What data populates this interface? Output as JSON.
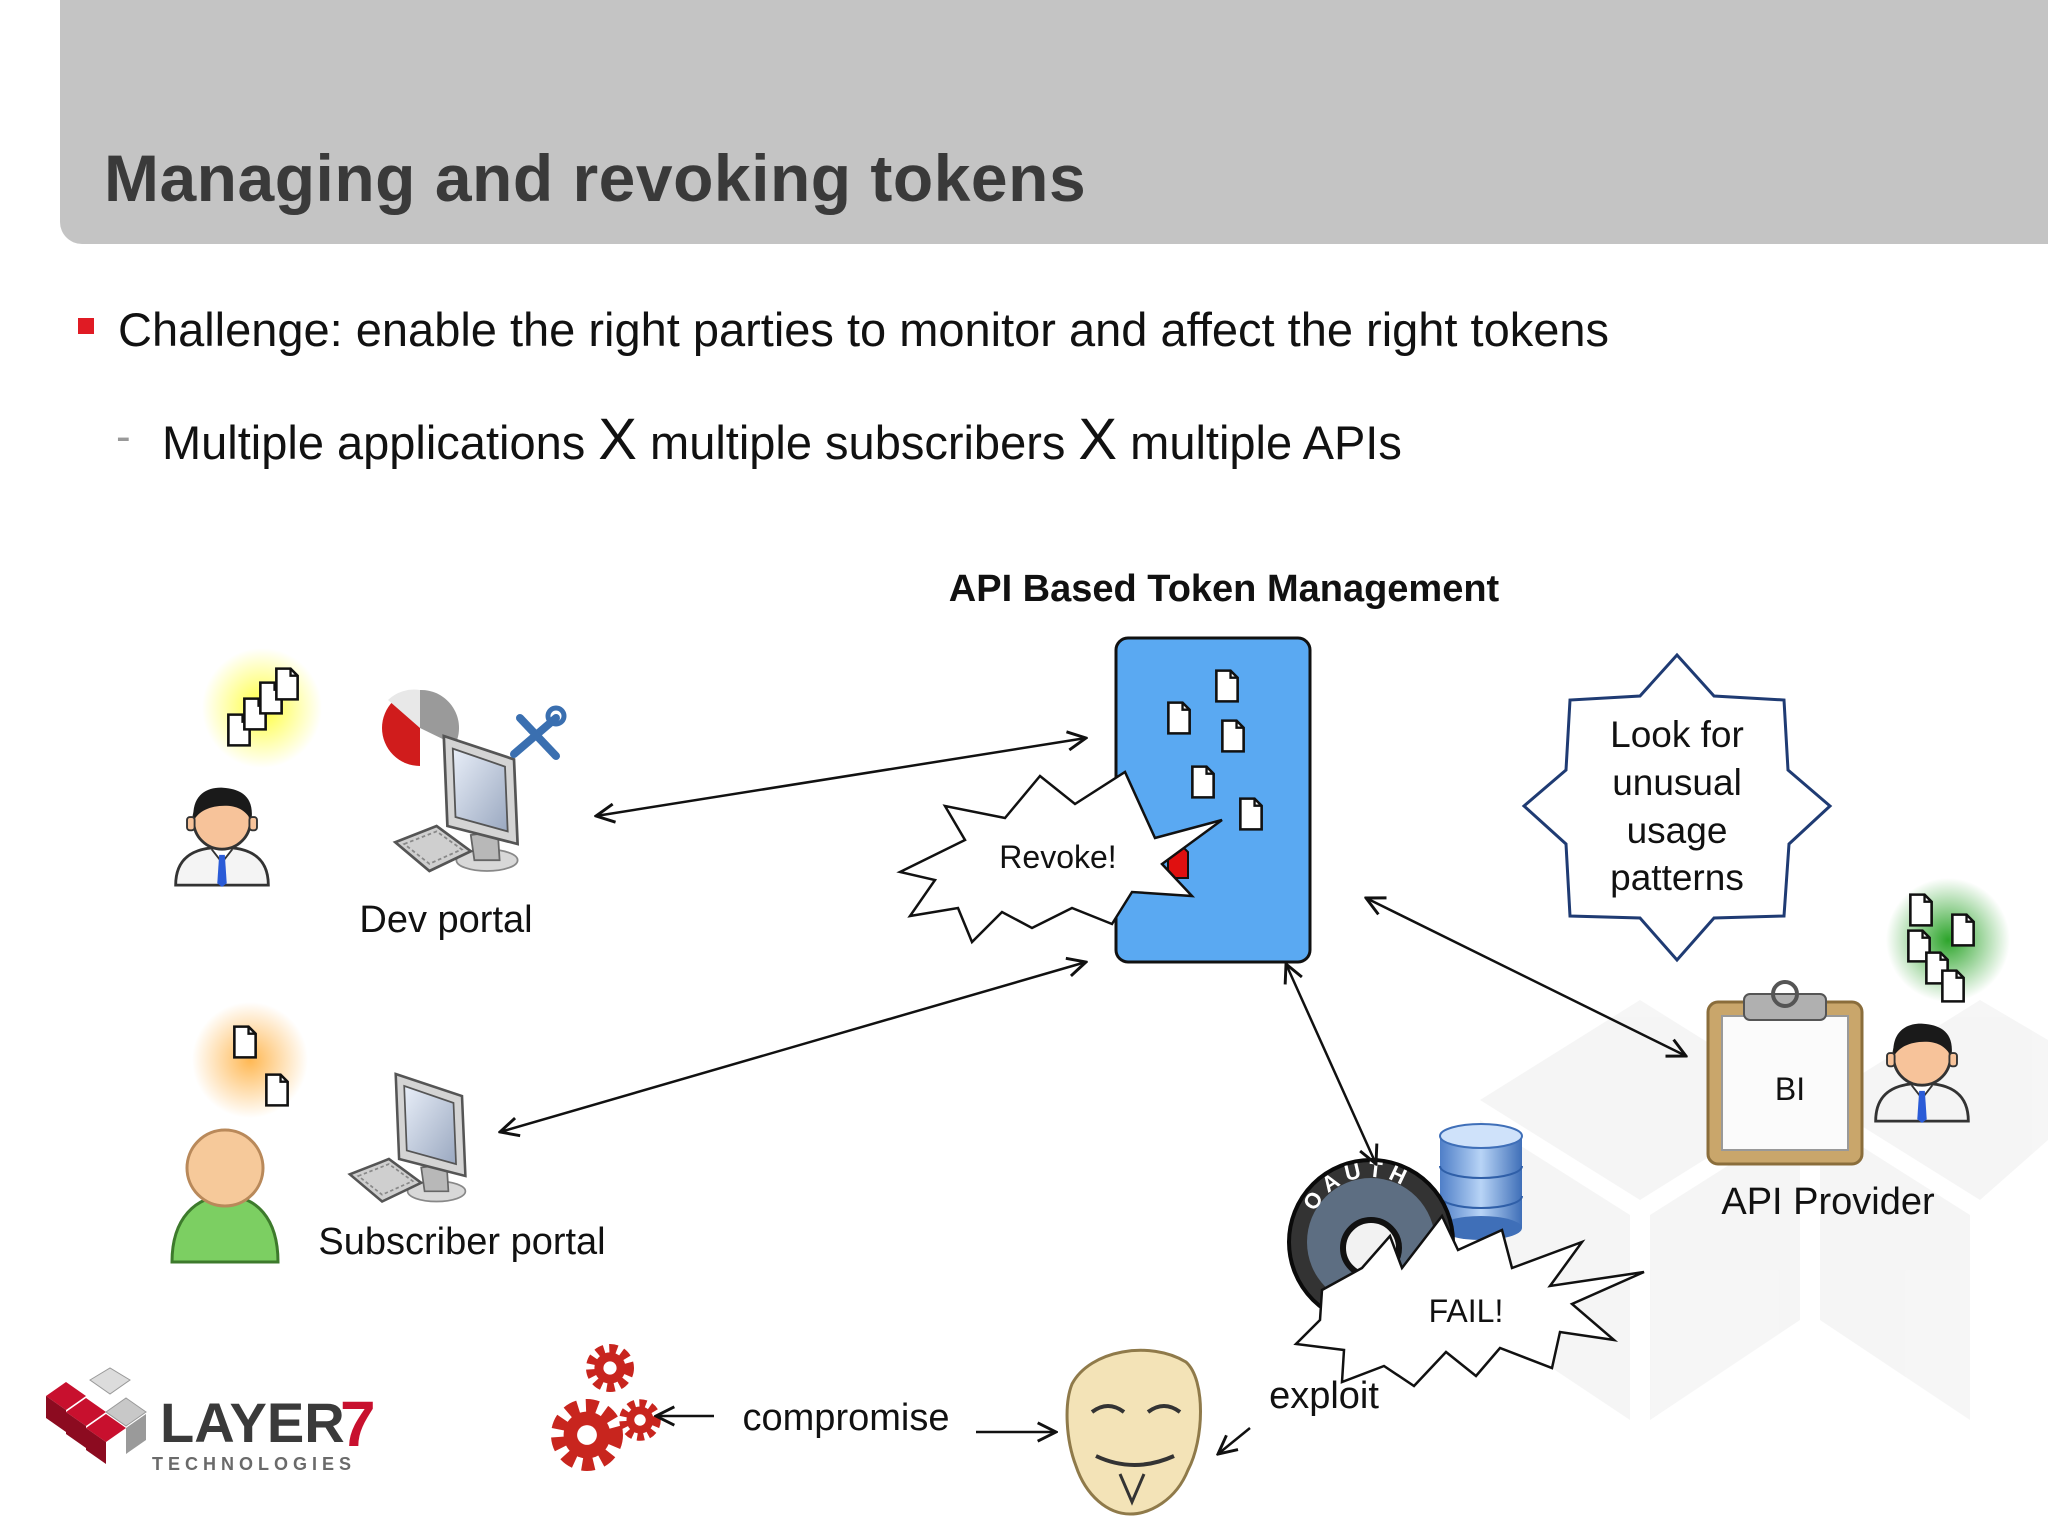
{
  "title": "Managing and revoking tokens",
  "bullet_main": "Challenge: enable the right parties to monitor and affect the right tokens",
  "bullet_sub": {
    "part1": "Multiple applications",
    "x1": "X",
    "part2": "multiple subscribers",
    "x2": "X",
    "part3": "multiple APIs"
  },
  "diagram": {
    "heading": "API Based Token Management",
    "nodes": {
      "dev_portal": "Dev portal",
      "subscriber_portal": "Subscriber portal",
      "api_provider": "API Provider",
      "bi": "BI",
      "oauth": "OAUTH"
    },
    "callouts": {
      "revoke": "Revoke!",
      "fail": "FAIL!",
      "look_for": [
        "Look for",
        "unusual",
        "usage",
        "patterns"
      ]
    },
    "edge_labels": {
      "compromise": "compromise",
      "exploit": "exploit"
    }
  },
  "logo": {
    "name": "LAYER",
    "number": "7",
    "tagline": "TECHNOLOGIES"
  },
  "colors": {
    "header_bg": "#c4c4c4",
    "bullet_red": "#e01b24",
    "token_store_blue": "#5aa9f2",
    "logo_red": "#c8102e"
  }
}
